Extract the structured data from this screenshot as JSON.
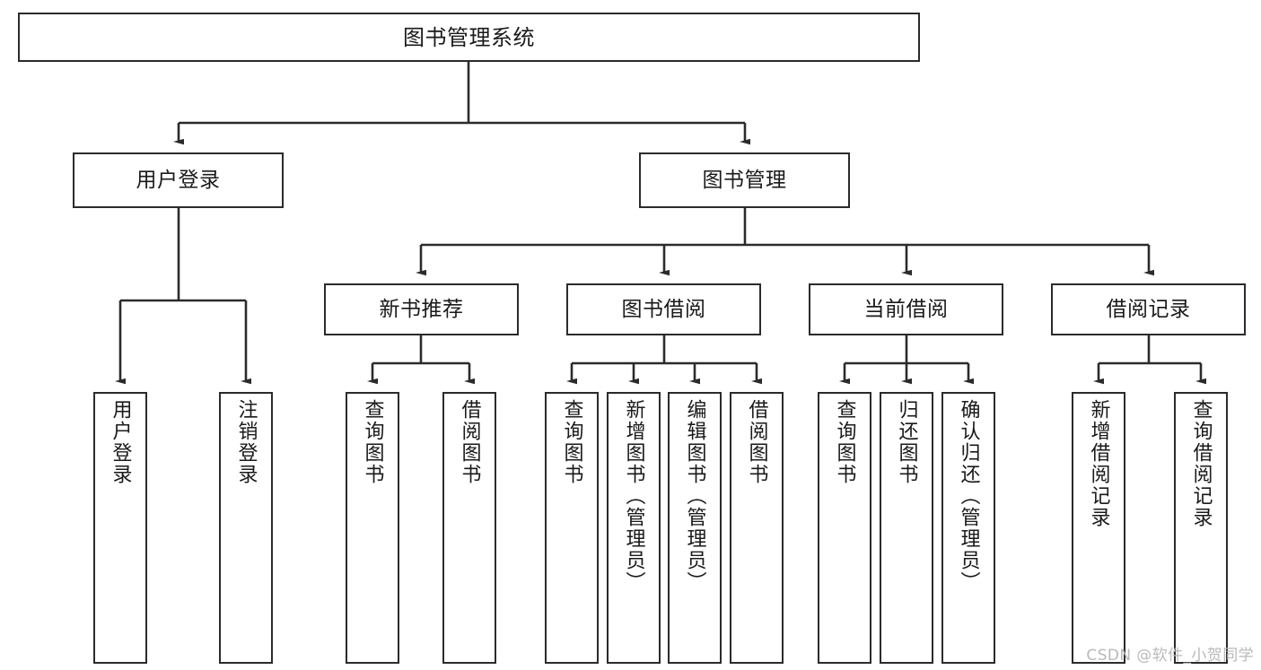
{
  "diagram": {
    "title": "图书管理系统",
    "type": "function-structure-tree",
    "colors": {
      "box_border": "#2b2b2b",
      "box_fill": "#ffffff",
      "connector": "#2b2b2b",
      "watermark": "#b9b9b9",
      "background": "#ffffff"
    },
    "root": {
      "label": "图书管理系统"
    },
    "level2": [
      {
        "label": "用户登录"
      },
      {
        "label": "图书管理"
      }
    ],
    "level3": [
      {
        "label": "新书推荐"
      },
      {
        "label": "图书借阅"
      },
      {
        "label": "当前借阅"
      },
      {
        "label": "借阅记录"
      }
    ],
    "leaves": [
      {
        "label": "用户登录"
      },
      {
        "label": "注销登录"
      },
      {
        "label": "查询图书"
      },
      {
        "label": "借阅图书"
      },
      {
        "label": "查询图书"
      },
      {
        "label": "新增图书（管理员）"
      },
      {
        "label": "编辑图书（管理员）"
      },
      {
        "label": "借阅图书"
      },
      {
        "label": "查询图书"
      },
      {
        "label": "归还图书"
      },
      {
        "label": "确认归还（管理员）"
      },
      {
        "label": "新增借阅记录"
      },
      {
        "label": "查询借阅记录"
      }
    ],
    "watermark": "CSDN @软件_小贺同学"
  }
}
